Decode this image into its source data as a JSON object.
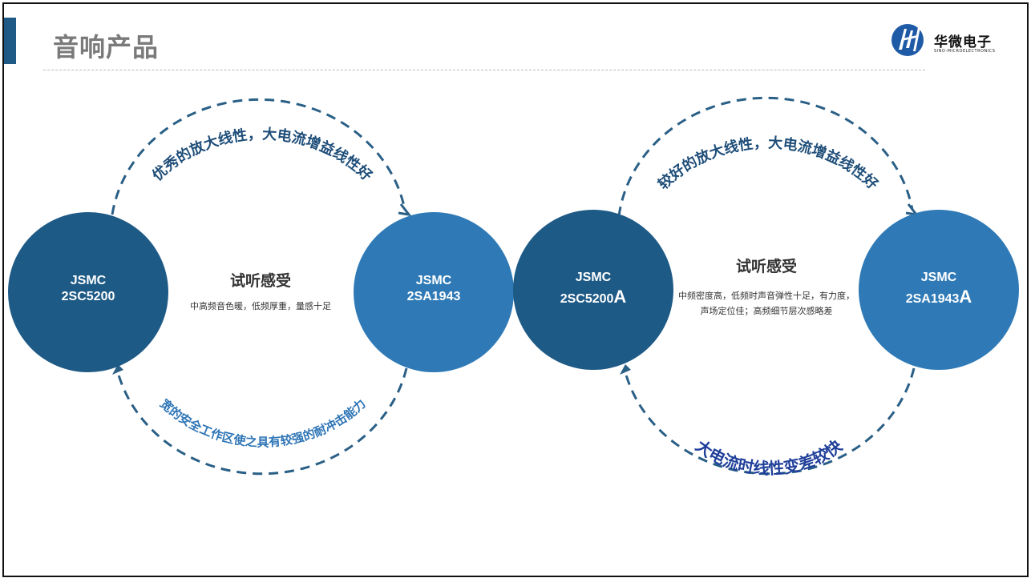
{
  "header": {
    "title": "音响产品",
    "logo": {
      "name": "华微电子",
      "subtitle": "SINO-MICROELECTRONICS"
    }
  },
  "left_group": {
    "node_a": {
      "line1": "JSMC",
      "line2": "2SC5200"
    },
    "node_b": {
      "line1": "JSMC",
      "line2": "2SA1943"
    },
    "top_arc_text": "优秀的放大线性，大电流增益线性好",
    "bottom_arc_text": "宽的安全工作区使之具有较强的耐冲击能力",
    "center_title": "试听感受",
    "center_desc": "中高频音色暖，低频厚重，量感十足"
  },
  "right_group": {
    "node_a": {
      "line1": "JSMC",
      "line2": "2SC5200",
      "suffix": "A"
    },
    "node_b": {
      "line1": "JSMC",
      "line2": "2SA1943",
      "suffix": "A"
    },
    "top_arc_text": "较好的放大线性，大电流增益线性好",
    "bottom_arc_text": "大电流时线性变差较快",
    "center_title": "试听感受",
    "center_desc": "中频密度高，低频时声音弹性十足，有力度，声场定位佳；高频细节层次感略差"
  },
  "colors": {
    "dark_node": "#1e5a86",
    "light_node": "#2f7ab6",
    "arc": "#2a5f86",
    "top_text": "#1f4e79",
    "bottom_text_left": "#2e75b6",
    "bottom_text_right": "#1f3f9a"
  }
}
